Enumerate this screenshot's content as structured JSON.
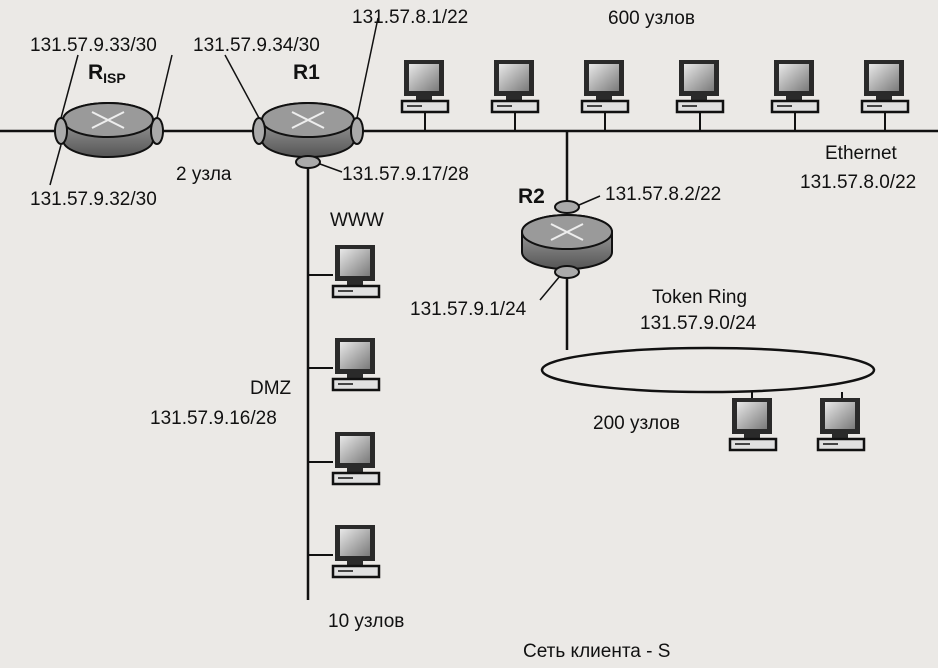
{
  "routers": {
    "risp": {
      "name": "R",
      "name_sub": "ISP",
      "left_ip": "131.57.9.32/30",
      "right_ip": "131.57.9.33/30"
    },
    "r1": {
      "name": "R1",
      "left_ip": "131.57.9.34/30",
      "top_ip": "131.57.8.1/22",
      "bottom_ip": "131.57.9.17/28"
    },
    "r2": {
      "name": "R2",
      "top_ip": "131.57.8.2/22",
      "bottom_ip": "131.57.9.1/24"
    }
  },
  "links": {
    "isp_link_hosts": "2 узла"
  },
  "ethernet": {
    "name": "Ethernet",
    "network": "131.57.8.0/22",
    "hosts": "600 узлов"
  },
  "dmz": {
    "name": "DMZ",
    "network": "131.57.9.16/28",
    "server": "WWW",
    "hosts": "10 узлов"
  },
  "token_ring": {
    "name": "Token Ring",
    "network": "131.57.9.0/24",
    "hosts": "200 узлов"
  },
  "caption": "Сеть клиента - S",
  "colors": {
    "line": "#111111",
    "router_fill": "#8a8a8a",
    "background": "#ebe9e6"
  }
}
